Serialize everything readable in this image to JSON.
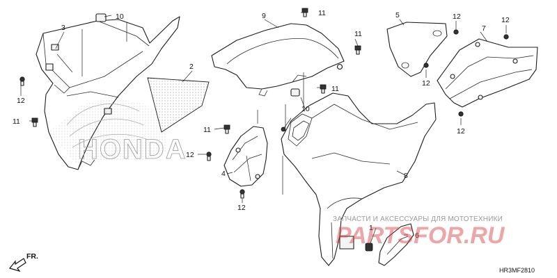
{
  "callouts": {
    "c1": "1",
    "c2": "2",
    "c3": "3",
    "c4": "4",
    "c5": "5",
    "c6": "6",
    "c7": "7",
    "c8": "8",
    "c9": "9",
    "c10": "10",
    "c11": "11",
    "c12": "12"
  },
  "watermark": {
    "tagline": "ЗАПЧАСТИ И АКСЕССУАРЫ ДЛЯ МОТОТЕХНИКИ",
    "site": "PARTSFOR.RU"
  },
  "decal_text": "HONDA",
  "direction_label": "FR.",
  "diagram_code": "HR3MF2810",
  "colors": {
    "line": "#1c1c1c",
    "watermark_red": "#d43a3a",
    "watermark_grey": "#9a9a9a"
  }
}
